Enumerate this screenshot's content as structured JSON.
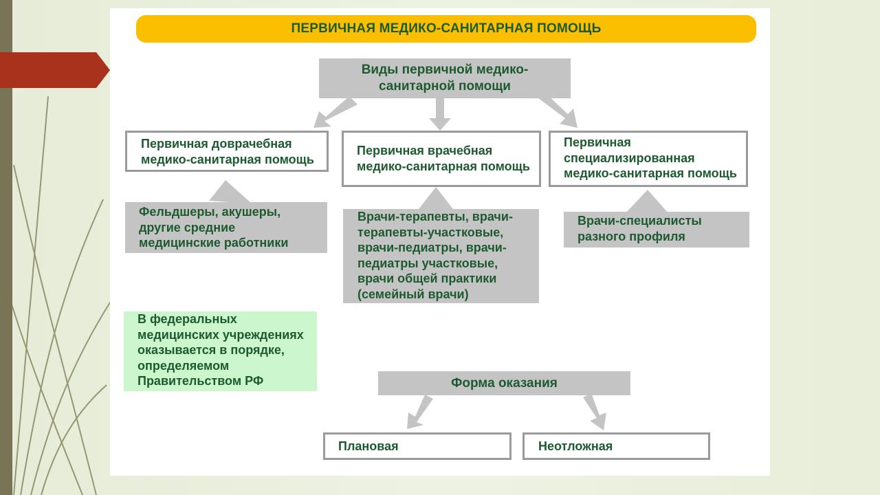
{
  "banner": {
    "title": "ПЕРВИЧНАЯ МЕДИКО-САНИТАРНАЯ  ПОМОЩЬ"
  },
  "types_header": {
    "text": "Виды первичной медико-\nсанитарной помощи"
  },
  "types": [
    {
      "title": "Первичная доврачебная\nмедико-санитарная помощь",
      "staff": "Фельдшеры, акушеры,\nдругие средние\nмедицинские работники"
    },
    {
      "title": "Первичная врачебная\nмедико-санитарная помощь",
      "staff": "Врачи-терапевты, врачи-\nтерапевты-участковые,\nврачи-педиатры, врачи-\nпедиатры участковые,\nврачи общей практики\n(семейный врачи)"
    },
    {
      "title": "Первичная\nспециализированная\nмедико-санитарная помощь",
      "staff": "Врачи-специалисты\nразного профиля"
    }
  ],
  "federal_note": {
    "text": "В федеральных\nмедицинских учреждениях\nоказывается в порядке,\nопределяемом\nПравительством РФ"
  },
  "form": {
    "header": "Форма оказания",
    "options": [
      "Плановая",
      "Неотложная"
    ]
  },
  "colors": {
    "banner": "#fbbf00",
    "text": "#1e5a30",
    "accent": "#a8321b",
    "gray_box": "#c4c4c4",
    "green_box": "#ccf7cc"
  }
}
